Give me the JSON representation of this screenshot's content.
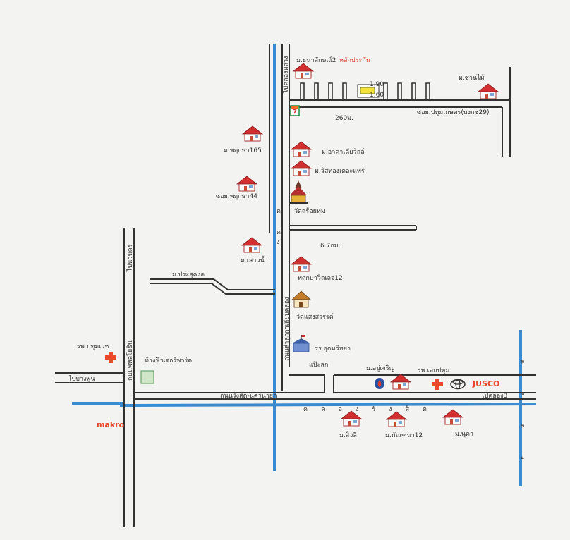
{
  "labels": {
    "village_thanalak": "ม.ธนาลักษณ์2",
    "lak_pragan": "หลักประกัน",
    "village_chanmai": "ม.ชานไม้",
    "soi_pathumthani": "ซอย.ปทุมเกษตร(บงกช29)",
    "dist_260": "260ม.",
    "village_pruksa165": "ม.พฤกษา165",
    "village_arcade": "ม.อาคาเดียวิลล์",
    "village_wisthong": "ม.วิสทองเดอะแพร่",
    "soi_pruksa144": "ซอย.พฤกษา44",
    "wat_chaiphum": "วัดสร้อยทุ่ม",
    "dist_67": "6.7กม.",
    "village_saowanam": "ม.เสาวน้ำ",
    "village_pruksaville12": "พฤกษาวิลเลจ12",
    "village_pratumkhong": "ม.ประสุคงค",
    "wat_saengsawan": "วัดแสงสวรรค์",
    "school_udom": "รร.อุดมวิทยา",
    "pae_ruak": "แป๊ะลก",
    "village_yuucharoen": "ม.อยู่เจริญ",
    "hosp_pathumvej": "รพ.ปทุมเวช",
    "hosp_ekpathum": "รพ.เอกปทุม",
    "mall_future_park": "ห้างฟิวเจอร์พาร์ค",
    "to_bangphun": "ไปบางพูน",
    "road_rangsit_nakhonnayok": "ถนนรังสิต-นครนายก",
    "to_khlong3": "ไปคลอง3",
    "canal_rangsit": "คลองรังสิต",
    "road_phahonyothin": "ถนนพหลโยธิน",
    "to_nawanakorn": "ไปนวนคร",
    "road_rangsit_klong": "ถนนลำลูกกาเลียบคลอง",
    "to_klong_top": "ไปคลองหลวง",
    "village_suli": "ม.สิวลี",
    "village_monthon12": "ม.มัณฑนา12",
    "village_nukka": "ม.นุคา",
    "khlong_right": "คลอง",
    "brand_makro": "makro",
    "brand_jusco": "JUSCO"
  },
  "colors": {
    "road": "#333333",
    "canal": "#3a8ad0",
    "house_roof": "#cc2a2a",
    "cross": "#ea4b2a",
    "background": "#f3f4f2"
  },
  "icons": [
    "house-icon",
    "temple-icon",
    "school-icon",
    "hospital-cross-icon",
    "ptt-station-icon",
    "toyota-logo-icon",
    "seven-eleven-icon",
    "mall-icon"
  ]
}
